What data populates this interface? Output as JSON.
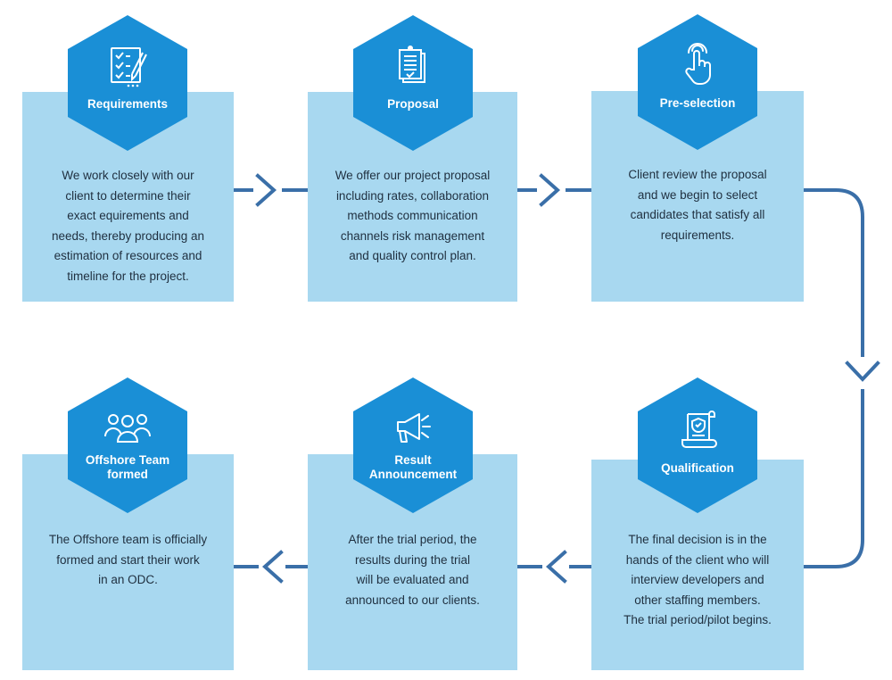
{
  "colors": {
    "card": "#a8d8f0",
    "hexagon": "#1a8fd6",
    "connector": "#3a6fa8",
    "text": "#1f2f3f"
  },
  "steps": [
    {
      "id": "requirements",
      "title": "Requirements",
      "icon": "checklist-pencil-icon",
      "text": "We work closely with our\nclient to determine their\nexact equirements and\nneeds, thereby producing an\nestimation of resources and\ntimeline for the project."
    },
    {
      "id": "proposal",
      "title": "Proposal",
      "icon": "document-stack-icon",
      "text": "We offer our project proposal\nincluding rates, collaboration\nmethods communication\nchannels risk management\nand quality control plan."
    },
    {
      "id": "pre-selection",
      "title": "Pre-selection",
      "icon": "tap-hand-icon",
      "text": "Client review the proposal\nand we  begin to select\ncandidates that satisfy all\nrequirements."
    },
    {
      "id": "qualification",
      "title": "Qualification",
      "icon": "certificate-scroll-icon",
      "text": "The final decision is in the\nhands of the client who will\ninterview developers and\nother staffing members.\nThe trial period/pilot begins."
    },
    {
      "id": "result-announcement",
      "title": "Result\nAnnouncement",
      "icon": "megaphone-icon",
      "text": "After the trial period, the\nresults during the trial\nwill be evaluated and\nannounced to our clients."
    },
    {
      "id": "offshore-team-formed",
      "title": "Offshore Team\nformed",
      "icon": "team-group-icon",
      "text": "The Offshore team is officially\nformed and start their work\nin an ODC."
    }
  ]
}
